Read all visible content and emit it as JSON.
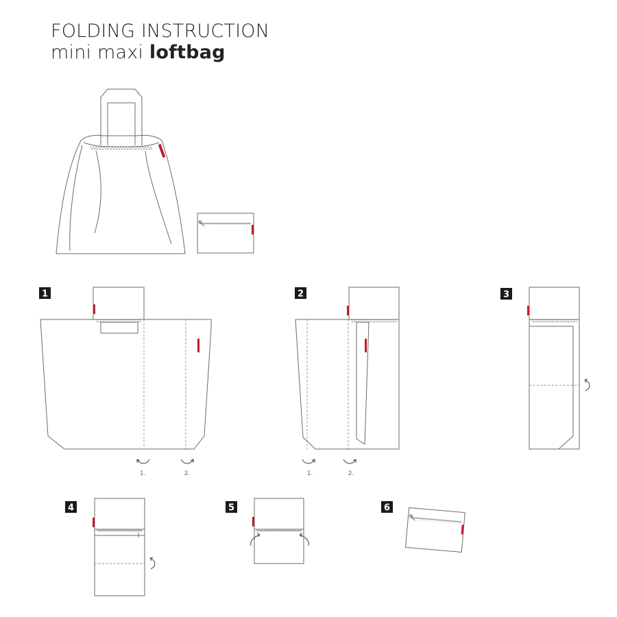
{
  "header": {
    "title_line1": "FOLDING INSTRUCTION",
    "title_line2_prefix": "mini maxi ",
    "title_line2_brand": "loftbag"
  },
  "steps": [
    {
      "number": "1",
      "labels": [
        "1.",
        "2."
      ]
    },
    {
      "number": "2",
      "labels": [
        "1.",
        "2."
      ]
    },
    {
      "number": "3"
    },
    {
      "number": "4"
    },
    {
      "number": "5"
    },
    {
      "number": "6"
    }
  ],
  "colors": {
    "tag": "#c0192f",
    "badge": "#1a1a1a",
    "line": "#6a6a6a"
  }
}
